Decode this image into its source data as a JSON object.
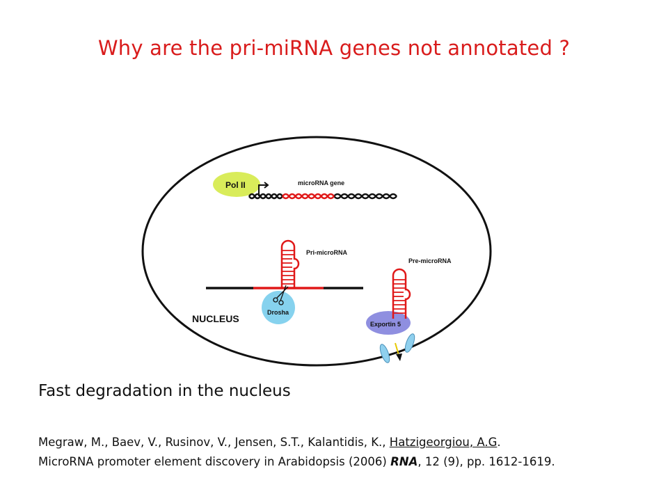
{
  "slide": {
    "title": "Why are the pri-miRNA genes not annotated ?",
    "caption": "Fast degradation in the nucleus"
  },
  "diagram": {
    "labels": {
      "pol2": "Pol II",
      "gene": "microRNA gene",
      "pri": "Pri-microRNA",
      "pre": "Pre-microRNA",
      "nucleus": "NUCLEUS",
      "drosha": "Drosha",
      "exportin": "Exportin 5"
    },
    "colors": {
      "red": "#e01818",
      "pol2": "#d9ec5a",
      "drosha": "#86d2ee",
      "exportin": "#8f8fe0",
      "pore": "#8fd0ee"
    }
  },
  "citation": {
    "authors": "Megraw, M., Baev, V., Rusinov, V., Jensen, S.T., Kalantidis, K., ",
    "last_author": "Hatzigeorgiou, A.G",
    "period": ".",
    "title_before_journal": "MicroRNA promoter element discovery in Arabidopsis (2006) ",
    "journal": "RNA",
    "details": ", 12 (9), pp. 1612-1619."
  }
}
